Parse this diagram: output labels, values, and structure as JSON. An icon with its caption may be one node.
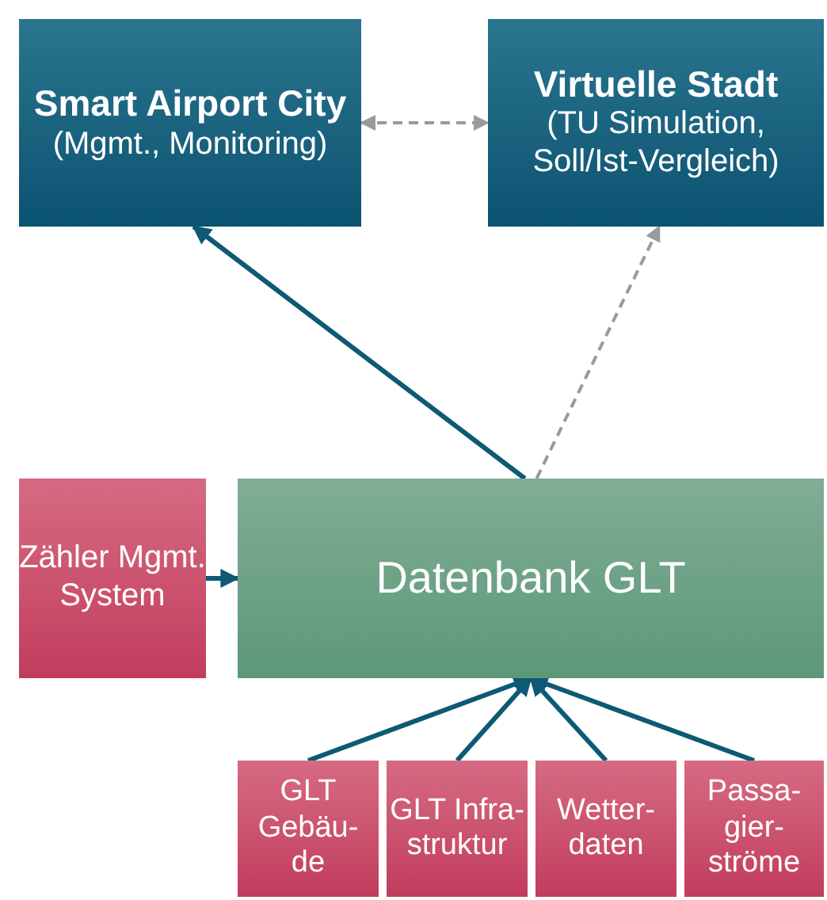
{
  "diagram": {
    "nodes": [
      {
        "text": [
          "**Smart Airport City** (Mgmt., Monitoring)"
        ]
      },
      {
        "text": [
          "Virtuelle Stadt",
          "(TU Simulation, Soll/Ist-Vergleich)"
        ]
      },
      {
        "text": [
          "Zähler Mgmt. System"
        ]
      },
      {
        "text": [
          "Datenbank GLT"
        ]
      },
      {
        "text": [
          "GLT Gebäu- de"
        ]
      },
      {
        "text": [
          "GLT Infra- struktur"
        ]
      },
      {
        "text": [
          "Wetter- daten"
        ]
      },
      {
        "text": [
          "Passa- gier- ströme"
        ]
      }
    ],
    "edges": [
      {
        "from": 0,
        "to": 1,
        "arrow": "both",
        "style": "dashed",
        "color": "#9a9a9a"
      },
      {
        "from": 3,
        "to": 0,
        "arrow": "to"
      },
      {
        "from": 3,
        "to": 1,
        "arrow": "to",
        "style": "dashed",
        "color": "#9a9a9a"
      },
      {
        "from": 2,
        "to": 3,
        "arrow": "to"
      },
      {
        "from": 4,
        "to": 3,
        "arrow": "to"
      },
      {
        "from": 5,
        "to": 3,
        "arrow": "to"
      },
      {
        "from": 6,
        "to": 3,
        "arrow": "to"
      },
      {
        "from": 7,
        "to": 3,
        "arrow": "to"
      }
    ]
  }
}
